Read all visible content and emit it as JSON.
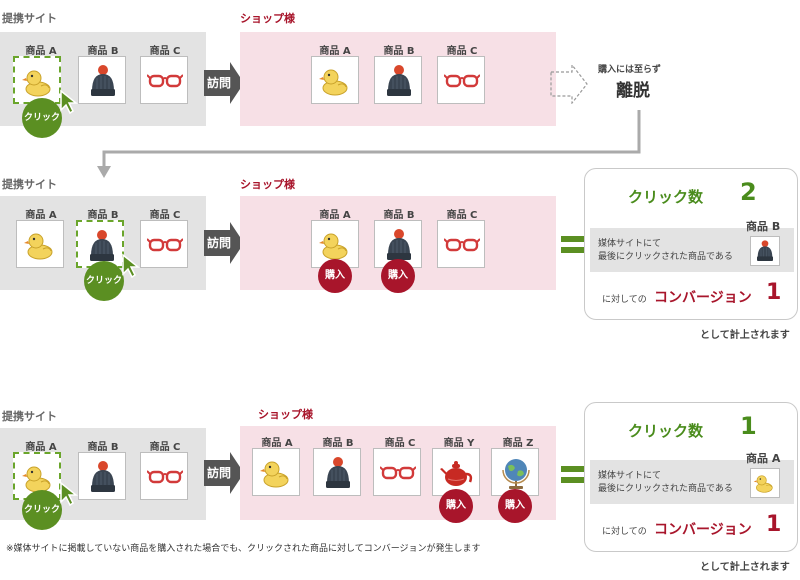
{
  "labels": {
    "affiliate_site": "提携サイト",
    "shop": "ショップ様",
    "visit": "訪問",
    "click": "クリック",
    "purchase": "購入"
  },
  "products": {
    "a": "商品 A",
    "b": "商品 B",
    "c": "商品 C",
    "y": "商品 Y",
    "z": "商品 Z"
  },
  "scenario1": {
    "leave_small": "購入には至らず",
    "leave_big": "離脱"
  },
  "scenario2": {
    "click_count_label": "クリック数",
    "click_count": "2",
    "media_text_line1": "媒体サイトにて",
    "media_text_line2": "最後にクリックされた商品である",
    "last_clicked_product": "商品 B",
    "conversion_prefix": "に対しての",
    "conversion_label": "コンバージョン",
    "conversion_count": "1",
    "note": "として計上されます"
  },
  "scenario3": {
    "click_count_label": "クリック数",
    "click_count": "1",
    "media_text_line1": "媒体サイトにて",
    "media_text_line2": "最後にクリックされた商品である",
    "last_clicked_product": "商品 A",
    "conversion_prefix": "に対しての",
    "conversion_label": "コンバージョン",
    "conversion_count": "1",
    "note": "として計上されます",
    "footnote": "※媒体サイトに掲載していない商品を購入された場合でも、クリックされた商品に対してコンバージョンが発生します"
  },
  "colors": {
    "green": "#5b8f22",
    "crimson": "#a8152b",
    "affiliate_bg": "#e3e3e3",
    "shop_bg": "#f7e0e6"
  },
  "icons": [
    "duck-icon",
    "knit-hat-icon",
    "glasses-icon",
    "teapot-icon",
    "globe-icon",
    "cursor-icon"
  ]
}
